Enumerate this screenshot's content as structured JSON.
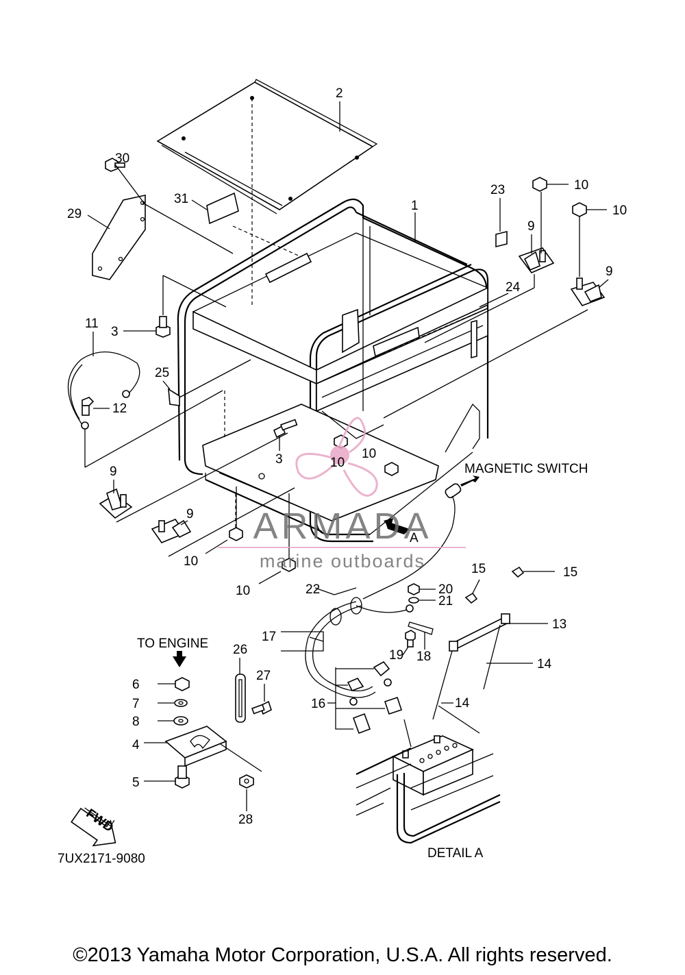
{
  "diagram": {
    "part_numbers": {
      "p1": "1",
      "p2": "2",
      "p3a": "3",
      "p3b": "3",
      "p4": "4",
      "p5": "5",
      "p6": "6",
      "p7": "7",
      "p8": "8",
      "p9a": "9",
      "p9b": "9",
      "p9c": "9",
      "p9d": "9",
      "p10a": "10",
      "p10b": "10",
      "p10c": "10",
      "p10d": "10",
      "p10e": "10",
      "p10f": "10",
      "p11": "11",
      "p12": "12",
      "p13": "13",
      "p14a": "14",
      "p14b": "14",
      "p15a": "15",
      "p15b": "15",
      "p16": "16",
      "p17": "17",
      "p18": "18",
      "p19": "19",
      "p20": "20",
      "p21": "21",
      "p22": "22",
      "p23": "23",
      "p24": "24",
      "p25": "25",
      "p26": "26",
      "p27": "27",
      "p28": "28",
      "p29": "29",
      "p30": "30",
      "p31": "31"
    },
    "labels": {
      "magnetic_switch": "MAGNETIC SWITCH",
      "to_engine": "TO ENGINE",
      "detail_a": "DETAIL A",
      "detail_a_marker": "A",
      "fwd": "FWD",
      "drawing_code": "7UX2171-9080"
    }
  },
  "watermark": {
    "brand": "ARMADA",
    "tagline": "marine outboards",
    "accent_color": "#e8a6c6"
  },
  "footer": {
    "copyright": "©2013 Yamaha Motor Corporation, U.S.A. All rights reserved."
  }
}
